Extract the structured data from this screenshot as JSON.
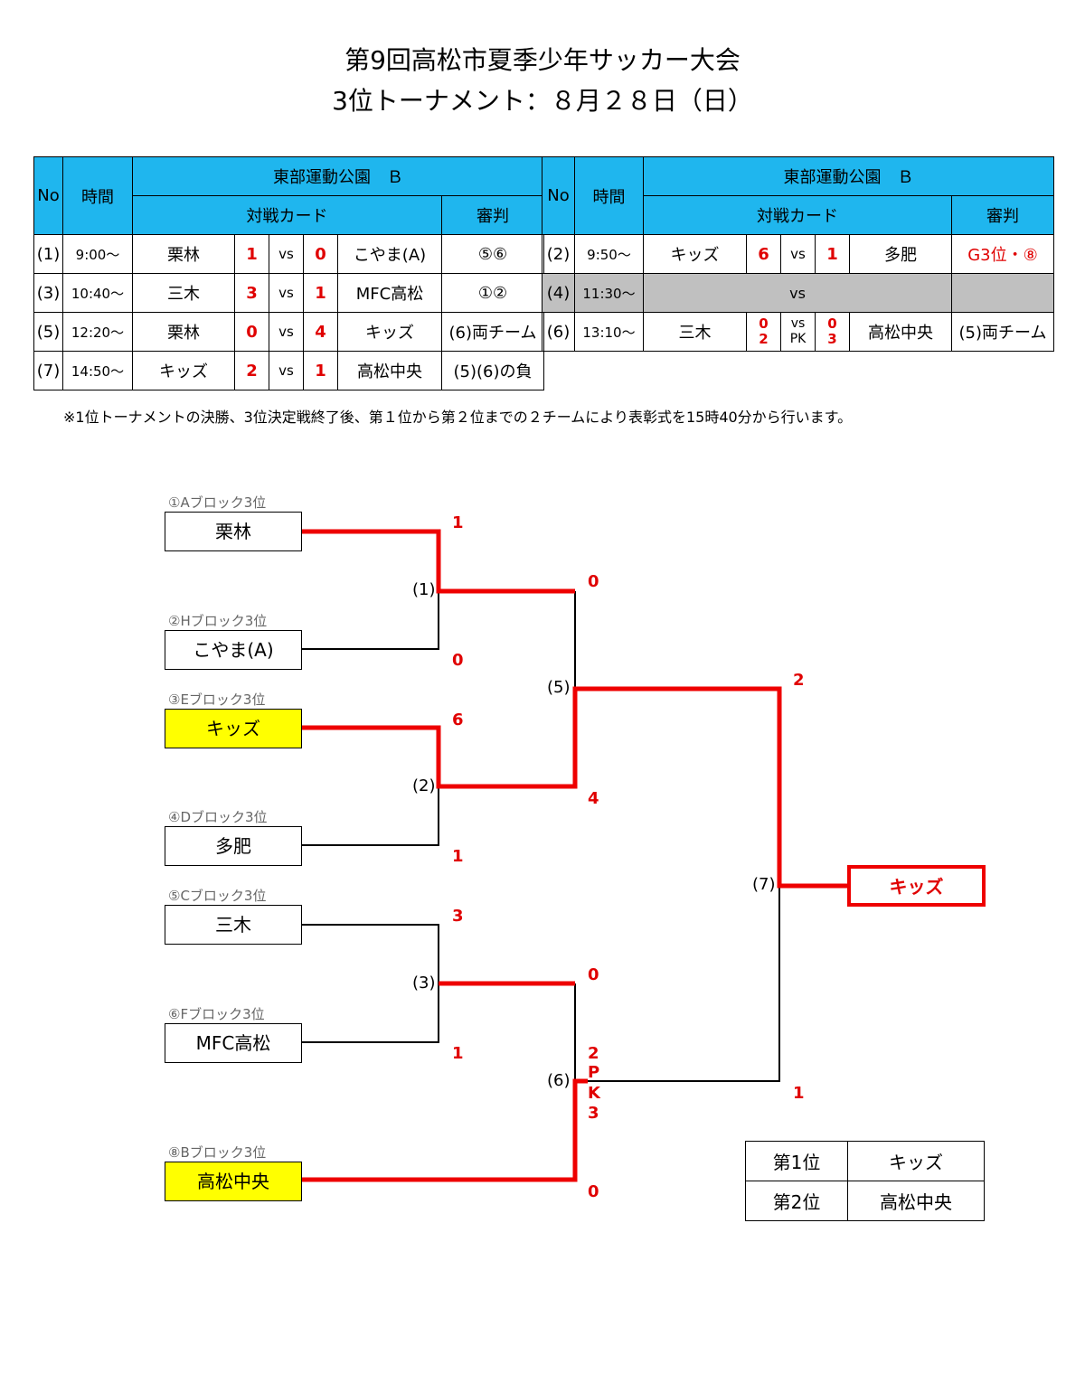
{
  "title_line1": "第9回高松市夏季少年サッカー大会",
  "title_line2": "3位トーナメント：８月２８日（日）",
  "left_table": {
    "col_no": "No",
    "col_time": "時間",
    "venue": "東部運動公園　Ｂ",
    "col_match": "対戦カード",
    "col_ref": "審判",
    "rows": [
      {
        "no": "(1)",
        "time": "9:00〜",
        "team_a": "栗林",
        "score_a": "1",
        "vs": "vs",
        "score_b": "0",
        "team_b": "こやま(A)",
        "ref": "⑤⑥"
      },
      {
        "no": "(3)",
        "time": "10:40〜",
        "team_a": "三木",
        "score_a": "3",
        "vs": "vs",
        "score_b": "1",
        "team_b": "MFC高松",
        "ref": "①②"
      },
      {
        "no": "(5)",
        "time": "12:20〜",
        "team_a": "栗林",
        "score_a": "0",
        "vs": "vs",
        "score_b": "4",
        "team_b": "キッズ",
        "ref": "(6)両チーム"
      },
      {
        "no": "(7)",
        "time": "14:50〜",
        "team_a": "キッズ",
        "score_a": "2",
        "vs": "vs",
        "score_b": "1",
        "team_b": "高松中央",
        "ref": "(5)(6)の負"
      }
    ]
  },
  "right_table": {
    "col_no": "No",
    "col_time": "時間",
    "venue": "東部運動公園　Ｂ",
    "col_match": "対戦カード",
    "col_ref": "審判",
    "rows": [
      {
        "no": "(2)",
        "time": "9:50〜",
        "team_a": "キッズ",
        "score_a": "6",
        "vs": "vs",
        "score_b": "1",
        "team_b": "多肥",
        "ref": "G3位・⑧"
      },
      {
        "no": "(4)",
        "time": "11:30〜",
        "vs": "vs"
      },
      {
        "no": "(6)",
        "time": "13:10〜",
        "team_a": "三木",
        "score_a": "0",
        "pk_a": "2",
        "vs": "vs",
        "pk_label": "PK",
        "score_b": "0",
        "pk_b": "3",
        "team_b": "高松中央",
        "ref": "(5)両チーム"
      }
    ]
  },
  "note": "※1位トーナメントの決勝、3位決定戦終了後、第１位から第２位までの２チームにより表彰式を15時40分から行います。",
  "bracket": {
    "teams": [
      {
        "label": "①Aブロック3位",
        "name": "栗林",
        "highlight": false
      },
      {
        "label": "②Hブロック3位",
        "name": "こやま(A)",
        "highlight": false
      },
      {
        "label": "③Eブロック3位",
        "name": "キッズ",
        "highlight": true
      },
      {
        "label": "④Dブロック3位",
        "name": "多肥",
        "highlight": false
      },
      {
        "label": "⑤Cブロック3位",
        "name": "三木",
        "highlight": false
      },
      {
        "label": "⑥Fブロック3位",
        "name": "MFC高松",
        "highlight": false
      },
      {
        "label": "⑧Bブロック3位",
        "name": "高松中央",
        "highlight": true
      }
    ],
    "matches": [
      "(1)",
      "(2)",
      "(3)",
      "(5)",
      "(6)",
      "(7)"
    ],
    "scores": {
      "m1_top": "1",
      "m1_bot": "0",
      "m2_top": "6",
      "m2_bot": "1",
      "m3_top": "3",
      "m3_bot": "1",
      "m5_top": "0",
      "m5_bot": "4",
      "m6_top": "0",
      "m6_pk_a": "2",
      "m6_pk_p": "P",
      "m6_pk_k": "K",
      "m6_pk_b": "3",
      "m6_bot": "0",
      "m7_top": "2",
      "m7_bot": "1"
    },
    "winner": "キッズ",
    "colors": {
      "win_line": "#ee0000",
      "header": "#1fb6ee",
      "highlight": "#ffff00"
    }
  },
  "ranking": [
    {
      "place": "第1位",
      "team": "キッズ"
    },
    {
      "place": "第2位",
      "team": "高松中央"
    }
  ]
}
